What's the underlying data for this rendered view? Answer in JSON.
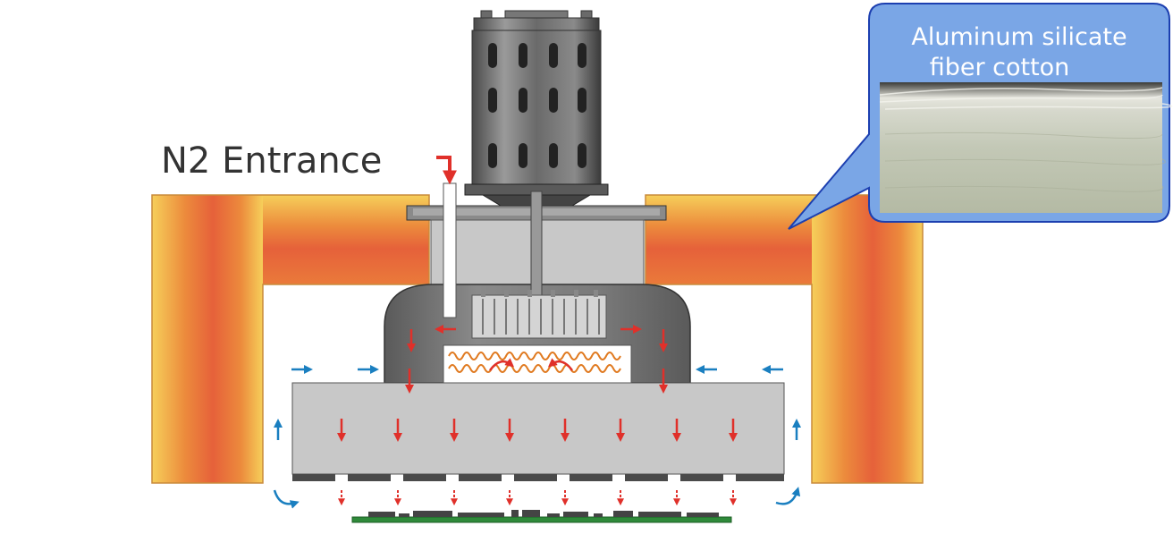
{
  "labels": {
    "n2_entrance": "N2 Entrance",
    "callout_line1": "Aluminum silicate",
    "callout_line2": "fiber cotton"
  },
  "colors": {
    "insulation_edge": "#f2c44d",
    "insulation_core": "#e8693a",
    "chamber_gray": "#c8c8c8",
    "duct_gray": "#707070",
    "heater_coil": "#e07a20",
    "hot_flow_arrow": "#e0302a",
    "cold_flow_arrow": "#1a7fc0",
    "pcb_green": "#2f8a3a",
    "callout_blue": "#7aa6e6"
  }
}
